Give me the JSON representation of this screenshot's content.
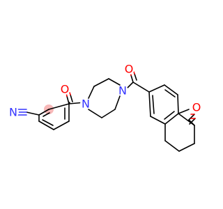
{
  "colors": {
    "bond": "#000000",
    "oxygen": "#ff0000",
    "nitrogen": "#3333ff",
    "highlight": "#f4a0a0"
  },
  "atoms": {
    "carbonyl_o_left": "O",
    "carbonyl_o_middle": "O",
    "ketone_o": "O",
    "diazepane_n_left": "N",
    "diazepane_n_right": "N",
    "nitrile_n": "N"
  }
}
